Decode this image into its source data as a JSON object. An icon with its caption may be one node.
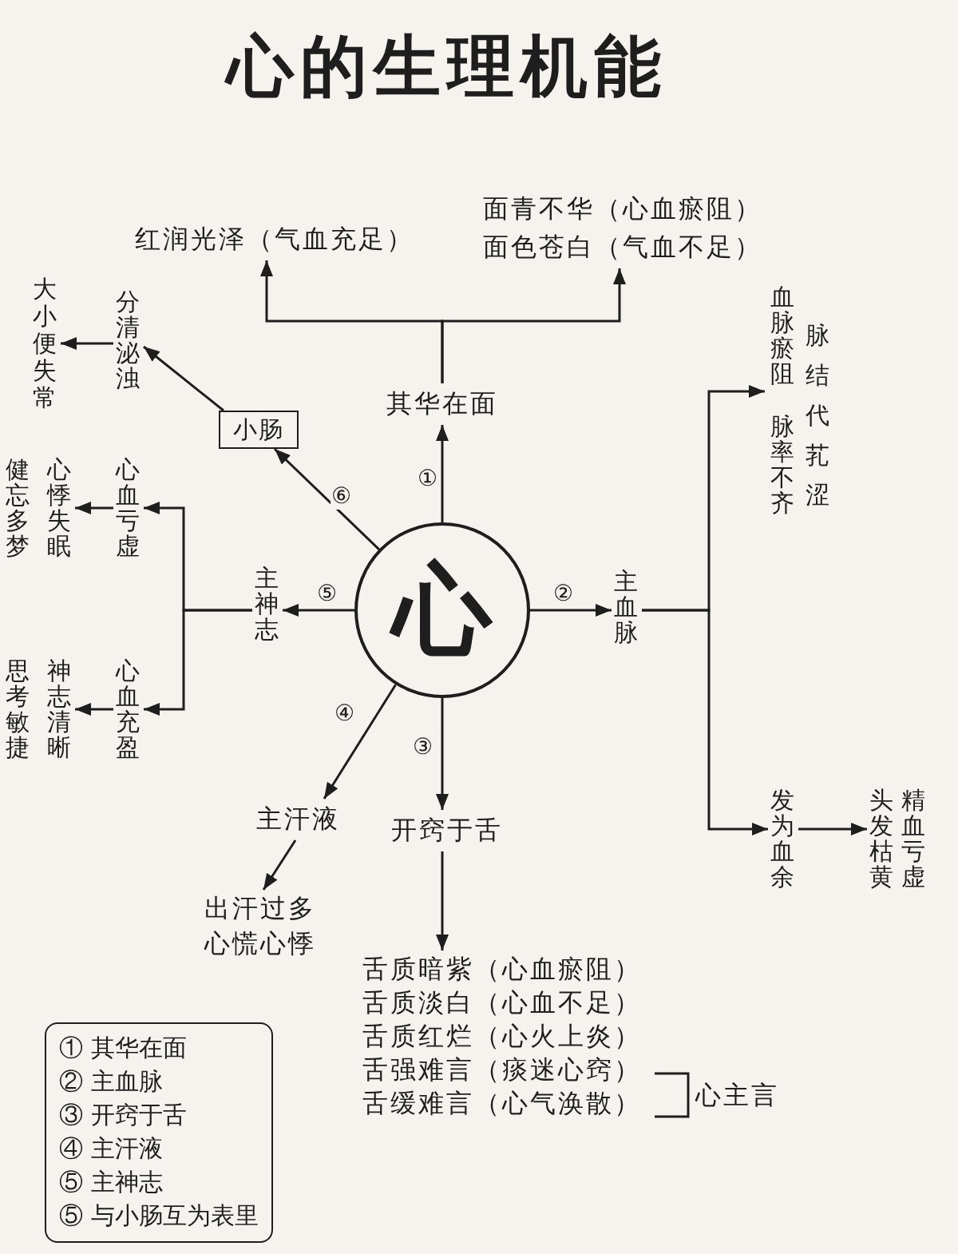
{
  "diagram": {
    "title": "心的生理机能",
    "nodes": [
      {
        "text": [
          "红润光泽（气血充足）"
        ]
      },
      {
        "text": [
          "面青不华（心血瘀阻）",
          "面色苍白（气血不足）"
        ]
      },
      {
        "text": [
          "大小便失常"
        ]
      },
      {
        "text": [
          "分清泌浊"
        ]
      },
      {
        "text": [
          "血脉瘀阻",
          "脉率不齐",
          "脉结代芤涩"
        ]
      },
      {
        "text": [
          "其华在面"
        ]
      },
      {
        "text": [
          "小肠"
        ]
      },
      {
        "text": [
          "心血亏虚"
        ]
      },
      {
        "text": [
          "健忘多梦",
          "心悸失眠"
        ]
      },
      {
        "text": [
          "主神志"
        ]
      },
      {
        "text": [
          "心"
        ]
      },
      {
        "text": [
          "主血脉"
        ]
      },
      {
        "text": [
          "心血充盈"
        ]
      },
      {
        "text": [
          "思考敏捷",
          "神志清晰"
        ]
      },
      {
        "text": [
          "发为血余"
        ]
      },
      {
        "text": [
          "头发枯黄",
          "精血亏虚"
        ]
      },
      {
        "text": [
          "主汗液"
        ]
      },
      {
        "text": [
          "开窍于舌"
        ]
      },
      {
        "text": [
          "出汗过多",
          "心慌心悸"
        ]
      },
      {
        "text": [
          "舌质暗紫（心血瘀阻）",
          "舌质淡白（心血不足）",
          "舌质红烂（心火上炎）",
          "舌强难言（痰迷心窍）",
          "舌缓难言（心气涣散）"
        ]
      },
      {
        "text": [
          "① 其华在面",
          "② 主血脉",
          "③ 开窍于舌",
          "④ 主汗液",
          "⑤ 主神志",
          "⑤ 与小肠互为表里"
        ]
      }
    ],
    "edges": [
      {
        "from": 10,
        "to": 5,
        "arrow": "to",
        "label": "①"
      },
      {
        "from": 5,
        "to": 0,
        "arrow": "to"
      },
      {
        "from": 5,
        "to": 1,
        "arrow": "to"
      },
      {
        "from": 10,
        "to": 11,
        "arrow": "to",
        "label": "②"
      },
      {
        "from": 11,
        "to": 4,
        "arrow": "to"
      },
      {
        "from": 11,
        "to": 14,
        "arrow": "to"
      },
      {
        "from": 14,
        "to": 15,
        "arrow": "to"
      },
      {
        "from": 10,
        "to": 17,
        "arrow": "to",
        "label": "③"
      },
      {
        "from": 17,
        "to": 19,
        "arrow": "to"
      },
      {
        "from": 10,
        "to": 16,
        "arrow": "to",
        "label": "④"
      },
      {
        "from": 16,
        "to": 18,
        "arrow": "to"
      },
      {
        "from": 10,
        "to": 9,
        "arrow": "to",
        "label": "⑤"
      },
      {
        "from": 9,
        "to": 7,
        "arrow": "to"
      },
      {
        "from": 7,
        "to": 8,
        "arrow": "to"
      },
      {
        "from": 9,
        "to": 12,
        "arrow": "to"
      },
      {
        "from": 12,
        "to": 13,
        "arrow": "to"
      },
      {
        "from": 10,
        "to": 6,
        "arrow": "to",
        "label": "⑥"
      },
      {
        "from": 6,
        "to": 3,
        "arrow": "to"
      },
      {
        "from": 3,
        "to": 2,
        "arrow": "to"
      }
    ],
    "labels": [
      "心主言"
    ]
  }
}
